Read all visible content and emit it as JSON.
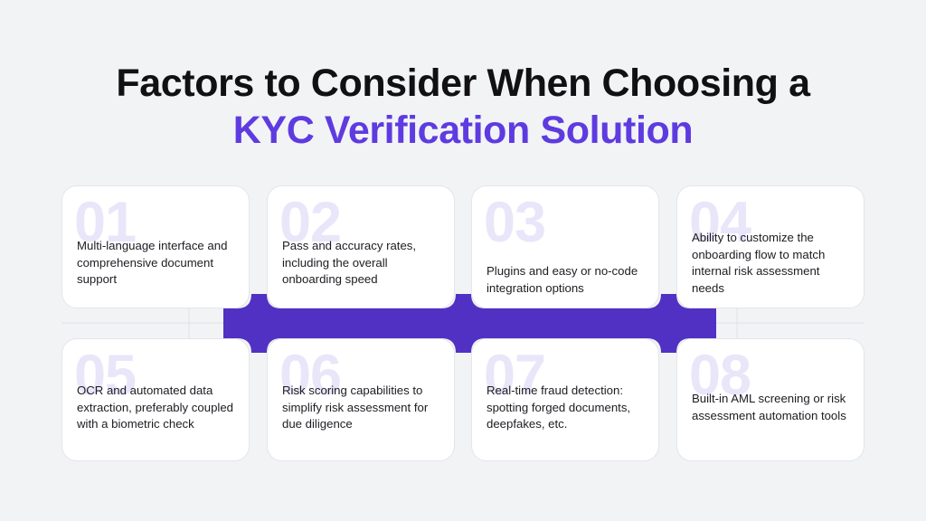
{
  "theme": {
    "background": "#f2f3f5",
    "card_background": "#ffffff",
    "card_border": "#e3e5ea",
    "accent_purple": "#5e3be0",
    "connector_purple": "#5031c4",
    "watermark_purple": "#e9e6f9",
    "title_dark": "#111114",
    "body_text": "#1c1c22"
  },
  "title": {
    "line1": "Factors to Consider When Choosing a",
    "line2": "KYC Verification Solution"
  },
  "cards": [
    {
      "number": "01",
      "text": "Multi-language interface and comprehensive document support"
    },
    {
      "number": "02",
      "text": "Pass and accuracy rates, including the overall onboarding speed"
    },
    {
      "number": "03",
      "text": "Plugins and easy or no-code integration options"
    },
    {
      "number": "04",
      "text": "Ability to customize the onboarding flow to match internal risk assessment needs"
    },
    {
      "number": "05",
      "text": "OCR and automated data extraction, preferably coupled with a biometric check"
    },
    {
      "number": "06",
      "text": "Risk scoring capabilities to simplify risk assessment for due diligence"
    },
    {
      "number": "07",
      "text": "Real-time fraud detection: spotting forged documents, deepfakes, etc."
    },
    {
      "number": "08",
      "text": "Built-in AML screening or risk assessment automation tools"
    }
  ]
}
